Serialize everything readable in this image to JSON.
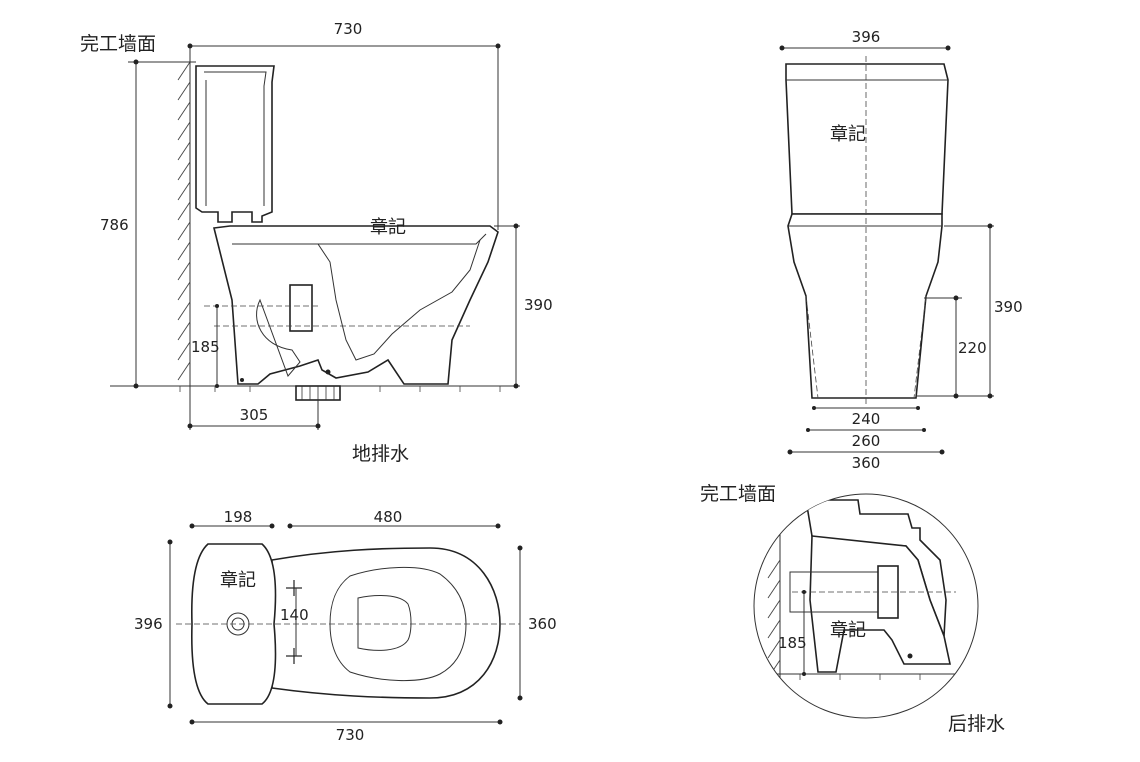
{
  "side_view": {
    "wall_label": "完工墙面",
    "dim_length": "730",
    "dim_height": "786",
    "dim_seat": "390",
    "dim_outlet_height": "185",
    "dim_outlet_offset": "305",
    "stamp": "章記",
    "caption": "地排水"
  },
  "front_view": {
    "dim_tank_width": "396",
    "dim_seat": "390",
    "dim_base_height": "220",
    "dim_base_inner": "240",
    "dim_base_mid": "260",
    "dim_base_outer": "360",
    "stamp": "章記"
  },
  "top_view": {
    "dim_tank_depth": "198",
    "dim_bowl_length": "480",
    "dim_tank_width": "396",
    "dim_bolt_spacing": "140",
    "dim_bowl_width": "360",
    "dim_total_length": "730",
    "stamp": "章記"
  },
  "rear_view": {
    "wall_label": "完工墙面",
    "dim_outlet_height": "185",
    "stamp": "章記",
    "caption": "后排水"
  }
}
